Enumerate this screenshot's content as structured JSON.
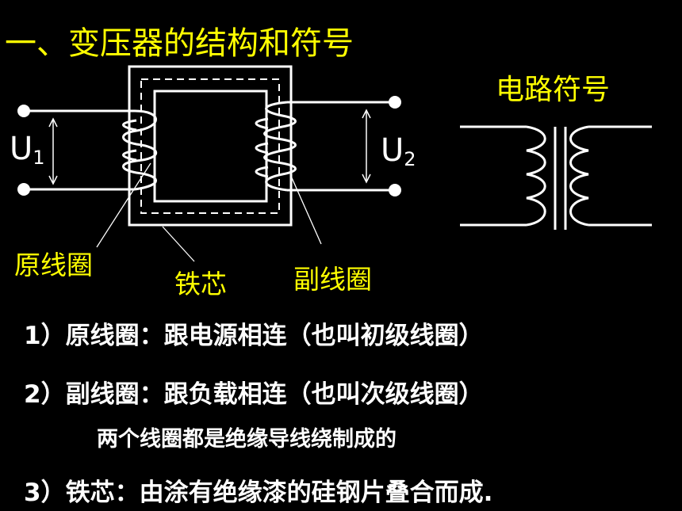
{
  "title": "一、变压器的结构和符号",
  "symbol_title": "电路符号",
  "labels": {
    "primary_coil": "原线圈",
    "iron_core": "铁芯",
    "secondary_coil": "副线圈",
    "u1": "U",
    "u1_sub": "1",
    "u2": "U",
    "u2_sub": "2"
  },
  "points": [
    {
      "num": "1）",
      "text": "原线圈：跟电源相连（也叫初级线圈）"
    },
    {
      "num": "2）",
      "text": "副线圈：跟负载相连（也叫次级线圈）"
    },
    {
      "note": "两个线圈都是绝缘导线绕制成的"
    },
    {
      "num": "3）",
      "text": "铁芯：由涂有绝缘漆的硅钢片叠合而成."
    }
  ],
  "colors": {
    "background": "#000000",
    "title": "#ffff00",
    "drawing": "#ffffff"
  }
}
